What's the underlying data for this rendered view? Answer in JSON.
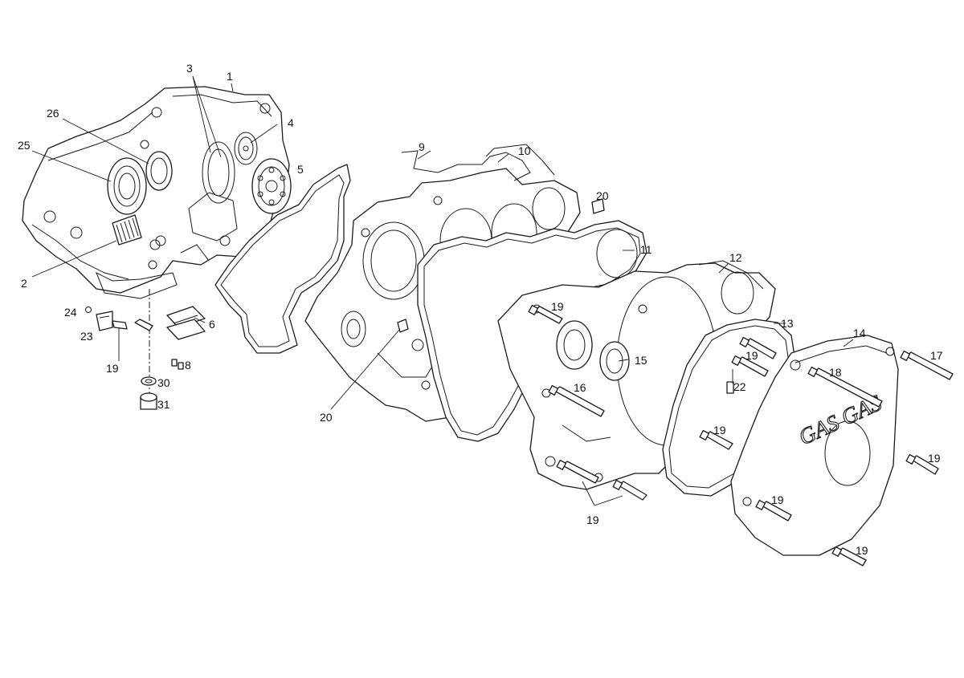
{
  "diagram": {
    "callouts": {
      "c1": "1",
      "c2": "2",
      "c3": "3",
      "c4": "4",
      "c5": "5",
      "c6": "6",
      "c8": "8",
      "c9": "9",
      "c10": "10",
      "c11": "11",
      "c12": "12",
      "c13": "13",
      "c14": "14",
      "c15": "15",
      "c16": "16",
      "c17": "17",
      "c18": "18",
      "c19": "19",
      "c20": "20",
      "c22": "22",
      "c23": "23",
      "c24": "24",
      "c25": "25",
      "c26": "26",
      "c30": "30",
      "c31": "31"
    },
    "cover_logo": "GAS GAS"
  }
}
